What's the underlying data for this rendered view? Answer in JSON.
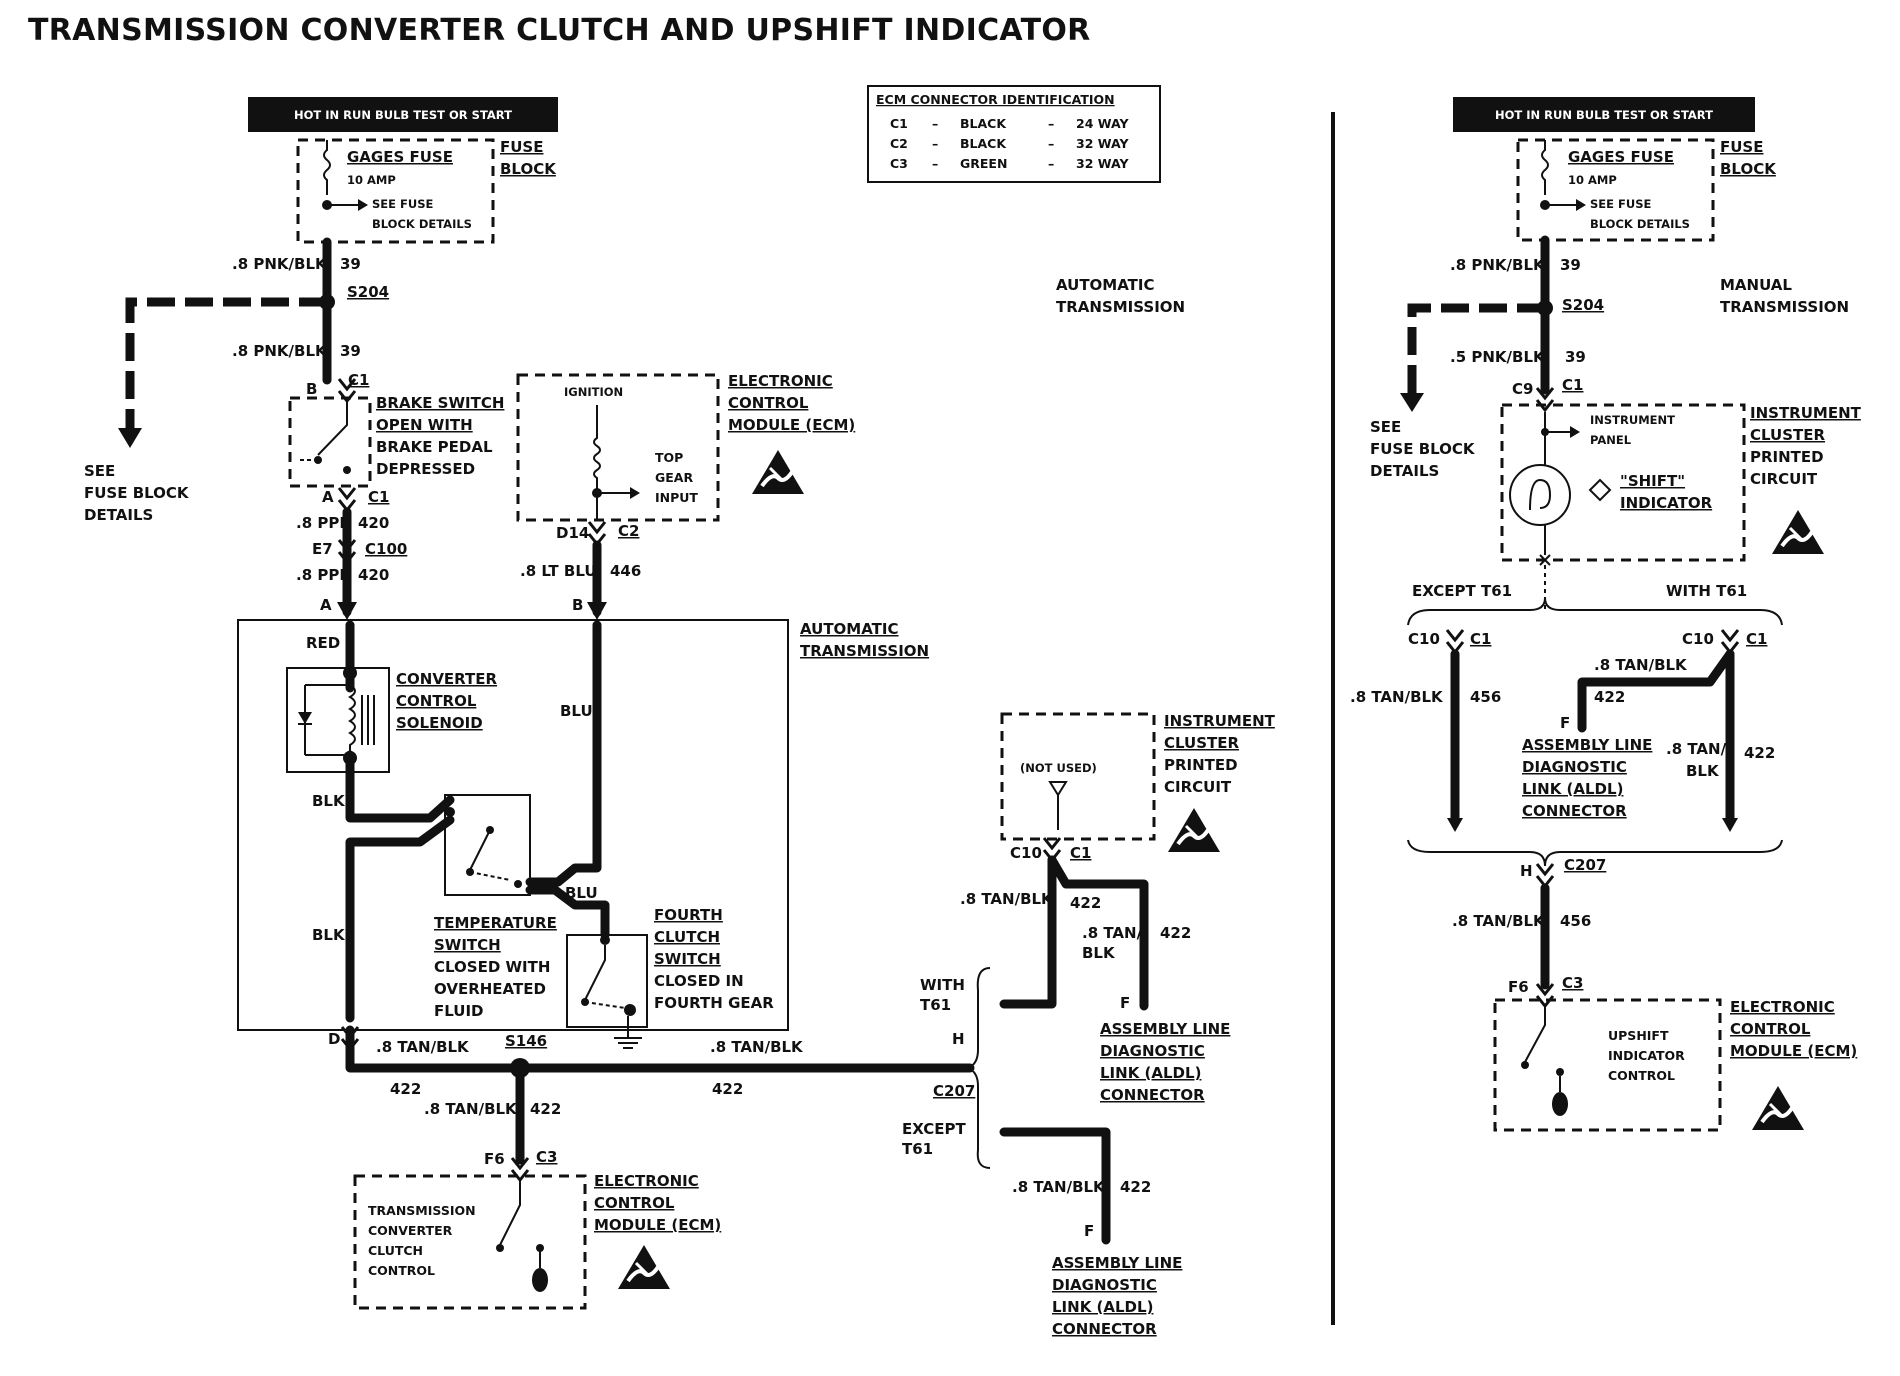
{
  "title": "TRANSMISSION CONVERTER CLUTCH AND UPSHIFT INDICATOR",
  "hot_bar": "HOT IN RUN BULB TEST OR START",
  "fuse": {
    "name": "GAGES FUSE",
    "rating": "10 AMP",
    "see1": "SEE FUSE",
    "see2": "BLOCK DETAILS",
    "block1": "FUSE",
    "block2": "BLOCK"
  },
  "ecm_table": {
    "title": "ECM CONNECTOR IDENTIFICATION",
    "rows": [
      {
        "c": "C1",
        "color": "BLACK",
        "way": "24 WAY"
      },
      {
        "c": "C2",
        "color": "BLACK",
        "way": "32 WAY"
      },
      {
        "c": "C3",
        "color": "GREEN",
        "way": "32 WAY"
      }
    ]
  },
  "auto": {
    "section": [
      "AUTOMATIC",
      "TRANSMISSION"
    ],
    "wire_pnk": ".8 PNK/BLK",
    "circuit39": "39",
    "s204": "S204",
    "see_fuse": [
      "SEE",
      "FUSE BLOCK",
      "DETAILS"
    ],
    "pin_b": "B",
    "c1": "C1",
    "brake": [
      "BRAKE SWITCH",
      "OPEN WITH",
      "BRAKE PEDAL",
      "DEPRESSED"
    ],
    "pin_a": "A",
    "wire_ppl": ".8 PPL",
    "circuit420": "420",
    "e7": "E7",
    "c100": "C100",
    "ecm_top": {
      "ignition": "IGNITION",
      "input": [
        "TOP",
        "GEAR",
        "INPUT"
      ],
      "name": [
        "ELECTRONIC",
        "CONTROL",
        "MODULE (ECM)"
      ],
      "pin": "D14",
      "conn": "C2"
    },
    "wire_ltblu": ".8 LT BLU",
    "circuit446": "446",
    "trans_label": [
      "AUTOMATIC",
      "TRANSMISSION"
    ],
    "red": "RED",
    "solenoid": [
      "CONVERTER",
      "CONTROL",
      "SOLENOID"
    ],
    "blu": "BLU",
    "blk": "BLK",
    "temp": [
      "TEMPERATURE",
      "SWITCH",
      "CLOSED WITH",
      "OVERHEATED",
      "FLUID"
    ],
    "fourth": [
      "FOURTH",
      "CLUTCH",
      "SWITCH",
      "CLOSED IN",
      "FOURTH GEAR"
    ],
    "pin_d": "D",
    "wire_tan": ".8 TAN/BLK",
    "s146": "S146",
    "circuit422": "422",
    "ecm_bottom": {
      "pin": "F6",
      "conn": "C3",
      "function": [
        "TRANSMISSION",
        "CONVERTER",
        "CLUTCH",
        "CONTROL"
      ],
      "name": [
        "ELECTRONIC",
        "CONTROL",
        "MODULE (ECM)"
      ]
    },
    "cluster": {
      "not_used": "(NOT USED)",
      "name": [
        "INSTRUMENT",
        "CLUSTER",
        "PRINTED",
        "CIRCUIT"
      ],
      "c10": "C10",
      "c1": "C1"
    },
    "with_t61": [
      "WITH",
      "T61"
    ],
    "except_t61": [
      "EXCEPT",
      "T61"
    ],
    "pin_h": "H",
    "c207": "C207",
    "pin_f": "F",
    "aldl": [
      "ASSEMBLY LINE",
      "DIAGNOSTIC",
      "LINK (ALDL)",
      "CONNECTOR"
    ],
    "tan_split": [
      ".8 TAN/",
      "BLK"
    ]
  },
  "manual": {
    "section": [
      "MANUAL",
      "TRANSMISSION"
    ],
    "wire_pnk8": ".8 PNK/BLK",
    "wire_pnk5": ".5 PNK/BLK",
    "circuit39": "39",
    "s204": "S204",
    "see_fuse": [
      "SEE",
      "FUSE BLOCK",
      "DETAILS"
    ],
    "c9": "C9",
    "c1": "C1",
    "panel": [
      "INSTRUMENT",
      "PANEL"
    ],
    "indicator": [
      "\"SHIFT\"",
      "INDICATOR"
    ],
    "cluster": [
      "INSTRUMENT",
      "CLUSTER",
      "PRINTED",
      "CIRCUIT"
    ],
    "except_t61": "EXCEPT T61",
    "with_t61": "WITH T61",
    "c10": "C10",
    "wire_tan": ".8 TAN/BLK",
    "circuit456": "456",
    "circuit422": "422",
    "pin_f": "F",
    "aldl": [
      "ASSEMBLY LINE",
      "DIAGNOSTIC",
      "LINK (ALDL)",
      "CONNECTOR"
    ],
    "tan_split": [
      ".8 TAN/",
      "BLK"
    ],
    "pin_h": "H",
    "c207": "C207",
    "pin_f6": "F6",
    "c3": "C3",
    "ecm_function": [
      "UPSHIFT",
      "INDICATOR",
      "CONTROL"
    ],
    "ecm_name": [
      "ELECTRONIC",
      "CONTROL",
      "MODULE (ECM)"
    ]
  }
}
